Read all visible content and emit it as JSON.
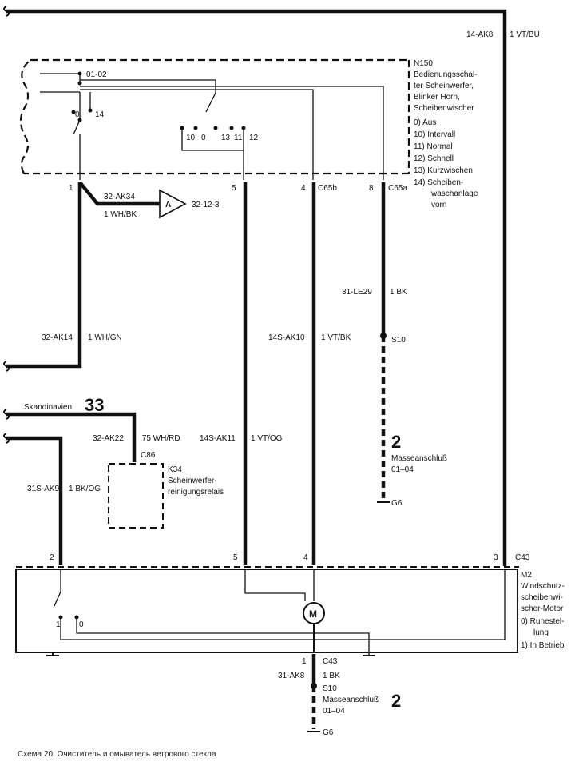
{
  "top_right_wire": {
    "id": "14-AK8",
    "spec": "1 VT/BU"
  },
  "switch_n150": {
    "id": "N150",
    "name_lines": [
      "Bedienungsschal-",
      "ter Scheinwerfer,",
      "Blinker Horn,",
      "Scheibenwischer"
    ],
    "positions": [
      "0)   Aus",
      "10) Intervall",
      "11) Normal",
      "12) Schnell",
      "13) Kurzwischen",
      "14) Scheiben-"
    ],
    "position_cont": [
      "waschanlage",
      "vorn"
    ],
    "contact_labels": {
      "c0102": "01-02",
      "c0": "0",
      "c14": "14",
      "c10": "10",
      "c0b": "0",
      "c13": "13",
      "c11": "11",
      "c12": "12"
    }
  },
  "pins_top": {
    "p1": "1",
    "p5": "5",
    "p4": "4",
    "p8": "8",
    "c65b": "C65b",
    "c65a": "C65a"
  },
  "wire_ak34": {
    "id": "32-AK34",
    "spec": "1 WH/BK",
    "connector": "A",
    "ref": "32-12-3"
  },
  "ground_top": {
    "wire": "31-LE29",
    "spec": "1 BK",
    "splice": "S10",
    "number": "2",
    "name": "Masseanschluß",
    "code": "01–04",
    "ground": "G6"
  },
  "wire_ak14": {
    "id": "32-AK14",
    "spec": "1 WH/GN"
  },
  "wire_ak10": {
    "id": "14S-AK10",
    "spec": "1 VT/BK"
  },
  "scandinavia": {
    "label": "Skandinavien",
    "number": "33"
  },
  "wire_ak22": {
    "id": "32-AK22",
    "spec": ".75 WH/RD",
    "connector": "C86"
  },
  "wire_ak11": {
    "id": "14S-AK11",
    "spec": "1 VT/OG"
  },
  "relay_k34": {
    "id": "K34",
    "name_lines": [
      "Scheinwerfer-",
      "reinigungsrelais"
    ]
  },
  "wire_ak9": {
    "id": "31S-AK9",
    "spec": "1 BK/OG"
  },
  "pins_bottom": {
    "p2": "2",
    "p5": "5",
    "p4": "4",
    "p3": "3",
    "c43": "C43"
  },
  "motor_m2": {
    "id": "M2",
    "name_lines": [
      "Windschutz-",
      "scheibenwi-",
      "scher-Motor"
    ],
    "positions": [
      "0)   Ruhestel-",
      "lung",
      "1)   In Betrieb"
    ],
    "symbol": "M",
    "contact_1": "1",
    "contact_0": "0"
  },
  "ground_bottom": {
    "pin": "1",
    "connector": "C43",
    "wire": "31-AK8",
    "spec": "1 BK",
    "splice": "S10",
    "number": "2",
    "name": "Masseanschluß",
    "code": "01–04",
    "ground": "G6"
  },
  "caption": "Схема 20. Очиститель и омыватель ветрового стекла"
}
